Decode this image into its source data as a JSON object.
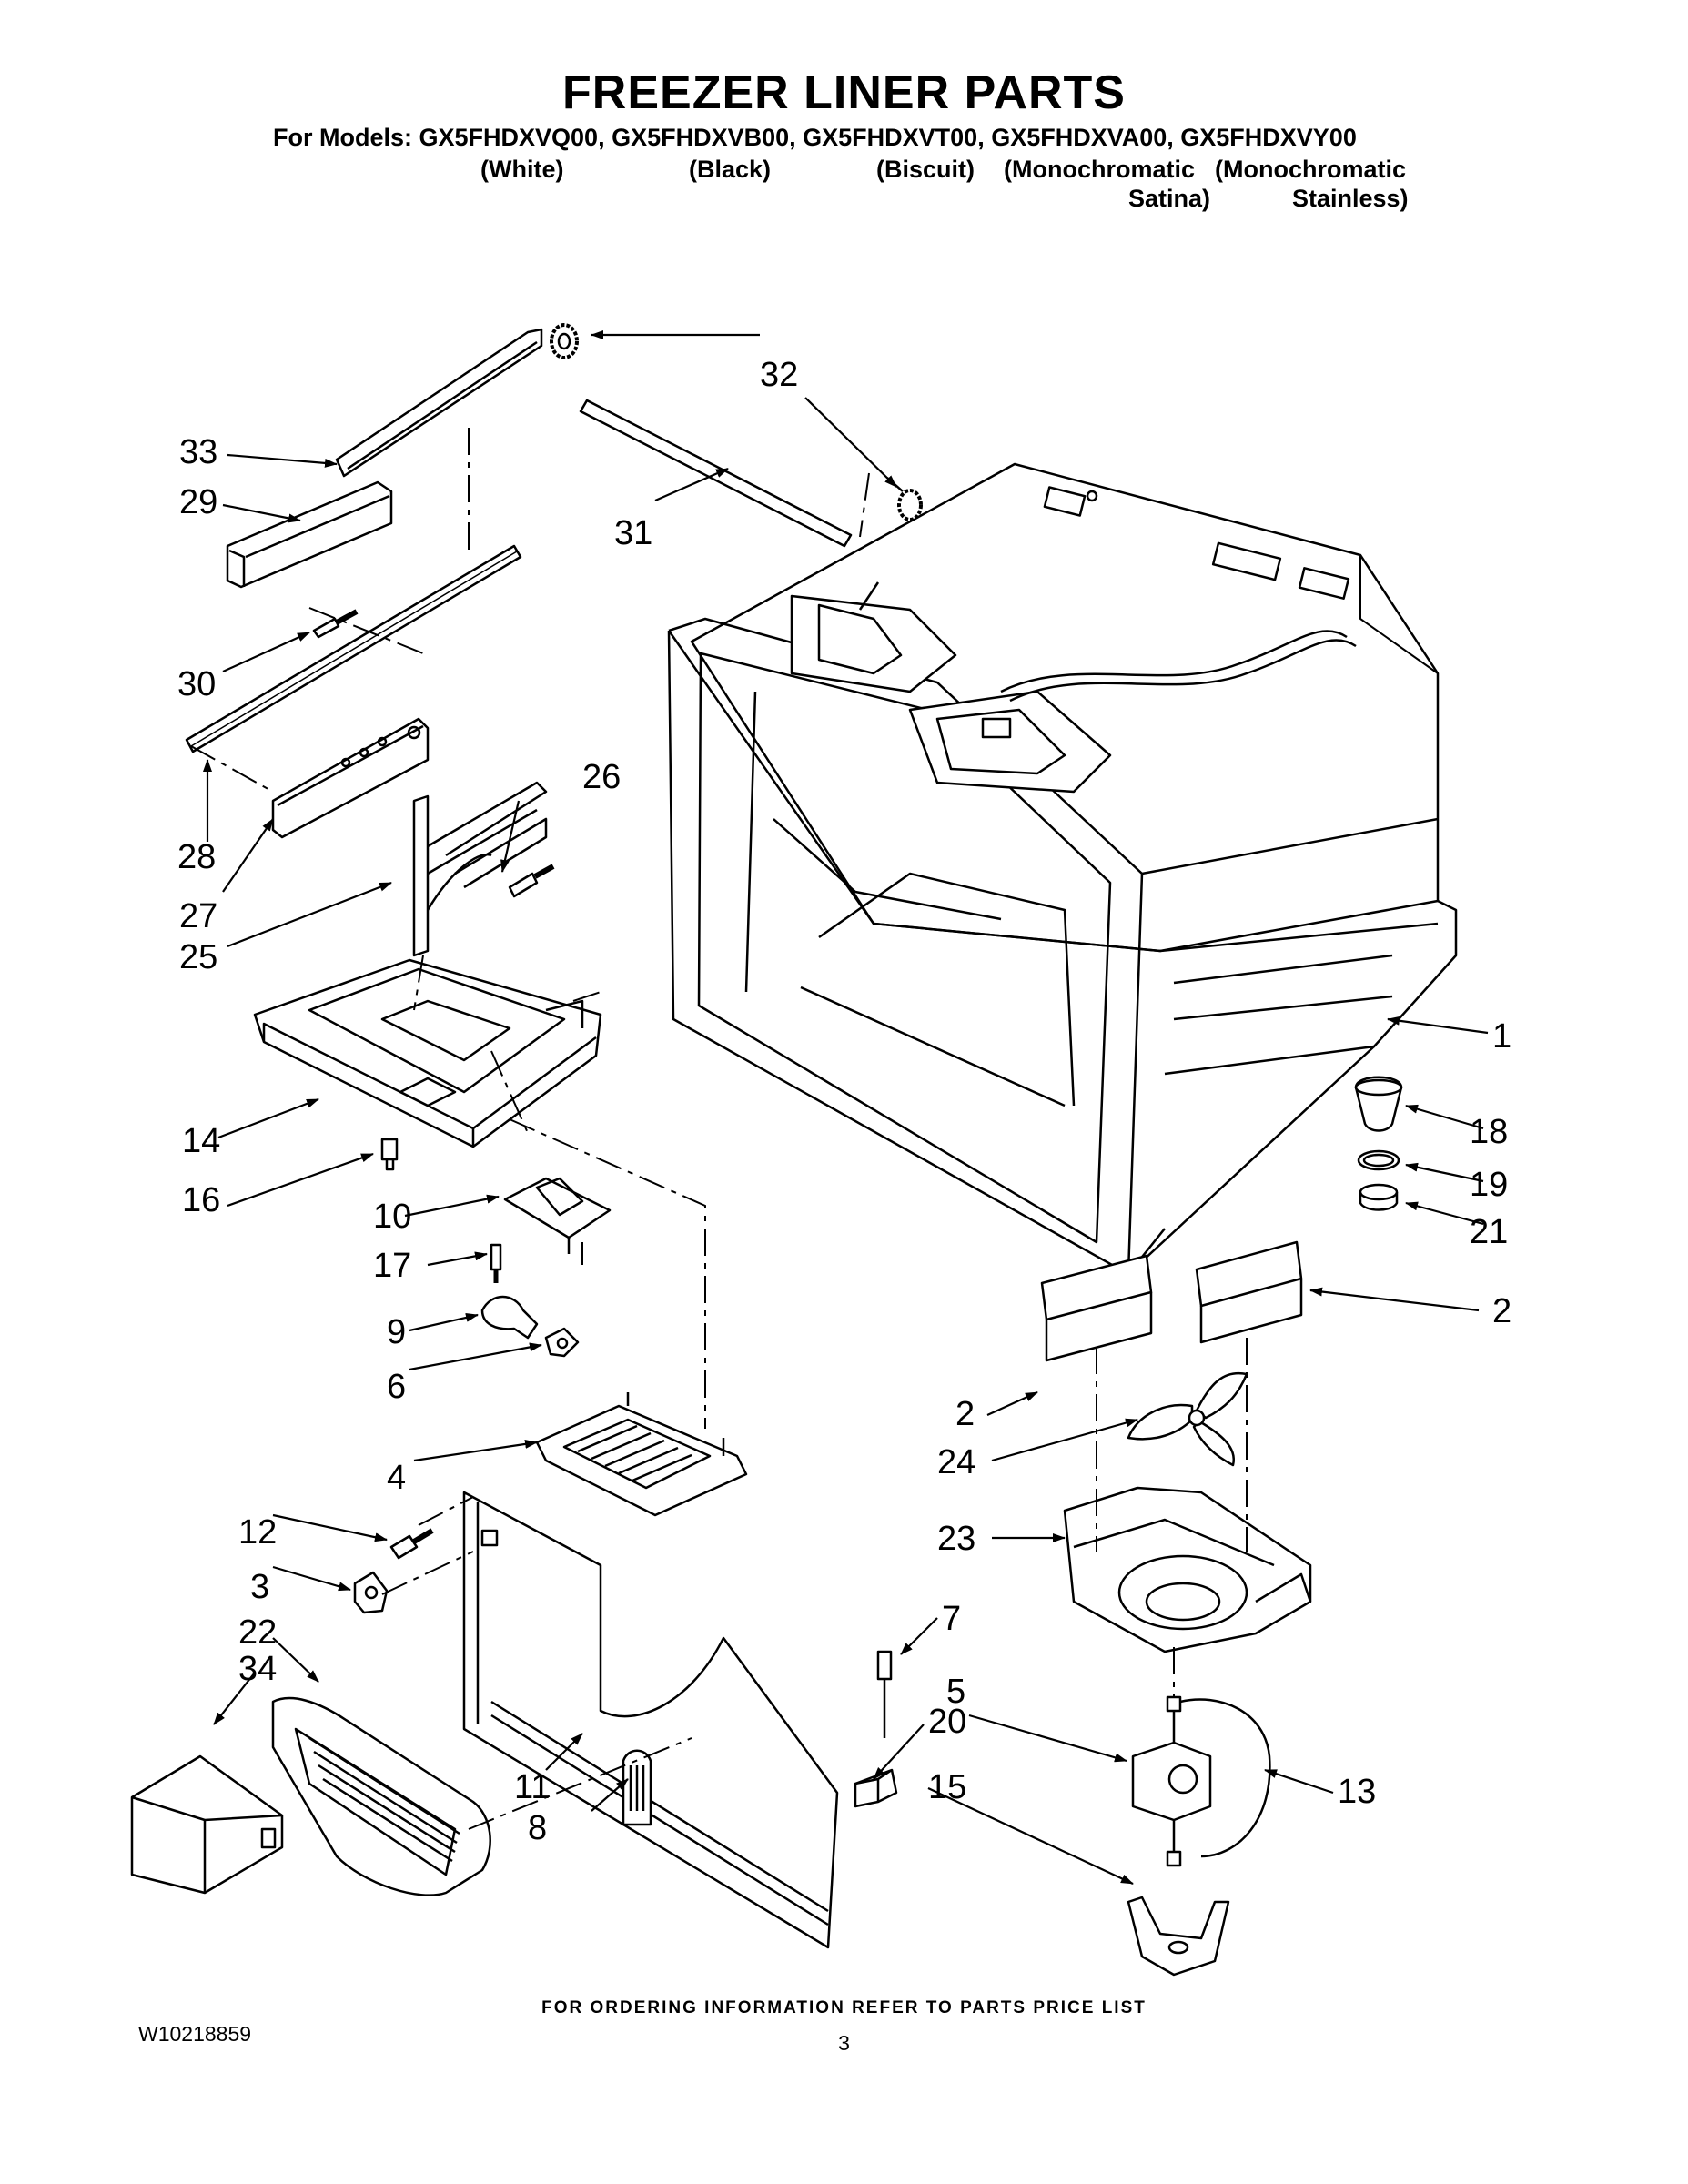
{
  "header": {
    "title": "FREEZER LINER PARTS",
    "models_line": "For Models: GX5FHDXVQ00, GX5FHDXVB00, GX5FHDXVT00, GX5FHDXVA00, GX5FHDXVY00",
    "variants": {
      "white": "(White)",
      "black": "(Black)",
      "biscuit": "(Biscuit)",
      "mono_satina_1": "(Monochromatic",
      "mono_satina_2": "Satina)",
      "mono_stainless_1": "(Monochromatic",
      "mono_stainless_2": "Stainless)"
    }
  },
  "callouts": {
    "c1": "1",
    "c2a": "2",
    "c2b": "2",
    "c3": "3",
    "c4": "4",
    "c5": "5",
    "c6": "6",
    "c7": "7",
    "c8": "8",
    "c9": "9",
    "c10": "10",
    "c11": "11",
    "c12": "12",
    "c13": "13",
    "c14": "14",
    "c15": "15",
    "c16": "16",
    "c17": "17",
    "c18": "18",
    "c19": "19",
    "c20": "20",
    "c21": "21",
    "c22": "22",
    "c23": "23",
    "c24": "24",
    "c25": "25",
    "c26": "26",
    "c27": "27",
    "c28": "28",
    "c29": "29",
    "c30": "30",
    "c31": "31",
    "c32": "32",
    "c33": "33",
    "c34": "34"
  },
  "footer": {
    "ordering_note": "FOR ORDERING INFORMATION REFER TO PARTS PRICE LIST",
    "document_number": "W10218859",
    "page_number": "3"
  }
}
